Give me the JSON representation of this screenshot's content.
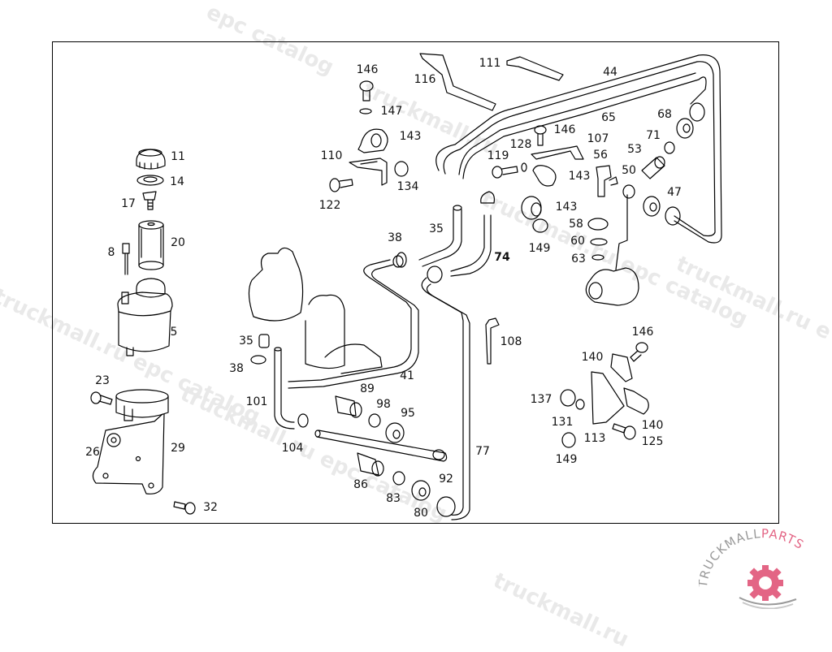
{
  "diagram": {
    "type": "exploded parts diagram",
    "subject": "Power steering reservoir, pump lines and brackets",
    "callouts": [
      {
        "id": "11",
        "label": "11"
      },
      {
        "id": "14",
        "label": "14"
      },
      {
        "id": "17",
        "label": "17"
      },
      {
        "id": "20",
        "label": "20"
      },
      {
        "id": "8",
        "label": "8"
      },
      {
        "id": "5",
        "label": "5"
      },
      {
        "id": "23",
        "label": "23"
      },
      {
        "id": "26",
        "label": "26"
      },
      {
        "id": "29",
        "label": "29"
      },
      {
        "id": "32",
        "label": "32"
      },
      {
        "id": "146a",
        "label": "146"
      },
      {
        "id": "147",
        "label": "147"
      },
      {
        "id": "143a",
        "label": "143"
      },
      {
        "id": "110",
        "label": "110"
      },
      {
        "id": "134",
        "label": "134"
      },
      {
        "id": "122",
        "label": "122"
      },
      {
        "id": "116",
        "label": "116"
      },
      {
        "id": "111",
        "label": "111"
      },
      {
        "id": "44",
        "label": "44"
      },
      {
        "id": "65",
        "label": "65"
      },
      {
        "id": "68",
        "label": "68"
      },
      {
        "id": "146b",
        "label": "146"
      },
      {
        "id": "107",
        "label": "107"
      },
      {
        "id": "71",
        "label": "71"
      },
      {
        "id": "128",
        "label": "128"
      },
      {
        "id": "56",
        "label": "56"
      },
      {
        "id": "53",
        "label": "53"
      },
      {
        "id": "119",
        "label": "119"
      },
      {
        "id": "143b",
        "label": "143"
      },
      {
        "id": "50",
        "label": "50"
      },
      {
        "id": "47",
        "label": "47"
      },
      {
        "id": "143c",
        "label": "143"
      },
      {
        "id": "58",
        "label": "58"
      },
      {
        "id": "60",
        "label": "60"
      },
      {
        "id": "149a",
        "label": "149"
      },
      {
        "id": "63",
        "label": "63"
      },
      {
        "id": "35a",
        "label": "35"
      },
      {
        "id": "38a",
        "label": "38"
      },
      {
        "id": "74",
        "label": "74"
      },
      {
        "id": "35b",
        "label": "35"
      },
      {
        "id": "38b",
        "label": "38"
      },
      {
        "id": "41",
        "label": "41"
      },
      {
        "id": "101",
        "label": "101"
      },
      {
        "id": "89",
        "label": "89"
      },
      {
        "id": "98",
        "label": "98"
      },
      {
        "id": "95",
        "label": "95"
      },
      {
        "id": "104",
        "label": "104"
      },
      {
        "id": "86",
        "label": "86"
      },
      {
        "id": "83",
        "label": "83"
      },
      {
        "id": "80",
        "label": "80"
      },
      {
        "id": "92",
        "label": "92"
      },
      {
        "id": "77",
        "label": "77"
      },
      {
        "id": "108",
        "label": "108"
      },
      {
        "id": "146c",
        "label": "146"
      },
      {
        "id": "140a",
        "label": "140"
      },
      {
        "id": "137",
        "label": "137"
      },
      {
        "id": "131",
        "label": "131"
      },
      {
        "id": "113",
        "label": "113"
      },
      {
        "id": "140b",
        "label": "140"
      },
      {
        "id": "125",
        "label": "125"
      },
      {
        "id": "149b",
        "label": "149"
      }
    ]
  },
  "watermarks": [
    "epc catalog",
    "truckmall.ru",
    "truckmall.ru epc catalog",
    "truckmall.ru epc catalog",
    "truckmall.ru e",
    "truckmall.ru epc catalog",
    "truckmall.ru"
  ],
  "logo": {
    "text_dark": "TRUCKMALL",
    "text_accent": "PARTS",
    "accent_color": "#e36585",
    "gray_color": "#9a9a9a"
  }
}
